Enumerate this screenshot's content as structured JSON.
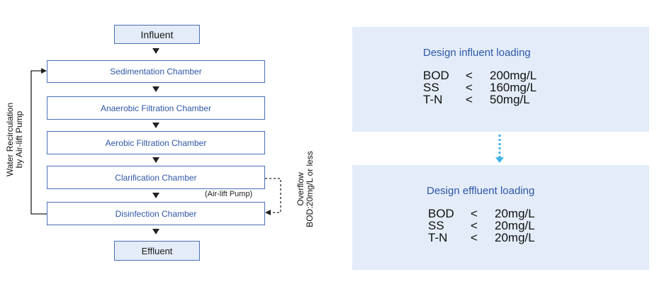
{
  "flow": {
    "influent": "Influent",
    "sedimentation": "Sedimentation Chamber",
    "anaerobic": "Anaerobic Filtration Chamber",
    "aerobic": "Aerobic Filtration Chamber",
    "clarification": "Clarification Chamber",
    "disinfection": "Disinfection Chamber",
    "effluent": "Effluent",
    "air_lift_pump": "(Air-lift Pump)",
    "recirculation_line1": "Water Recirculation",
    "recirculation_line2": "by Air-lift Pump",
    "overflow_line1": "Overflow",
    "overflow_line2": "BOD:20mg/L or less"
  },
  "influent_panel": {
    "title": "Design influent loading",
    "rows": [
      {
        "param": "BOD",
        "op": "<",
        "value": "200mg/L"
      },
      {
        "param": "SS",
        "op": "<",
        "value": "160mg/L"
      },
      {
        "param": "T-N",
        "op": "<",
        "value": "50mg/L"
      }
    ]
  },
  "effluent_panel": {
    "title": "Design effluent loading",
    "rows": [
      {
        "param": "BOD",
        "op": "<",
        "value": "20mg/L"
      },
      {
        "param": "SS",
        "op": "<",
        "value": "20mg/L"
      },
      {
        "param": "T-N",
        "op": "<",
        "value": "20mg/L"
      }
    ]
  },
  "colors": {
    "box_border": "#4a6fb5",
    "box_text": "#2f57a8",
    "panel_bg": "#e3ecf8",
    "connector": "#3fb3e8"
  }
}
